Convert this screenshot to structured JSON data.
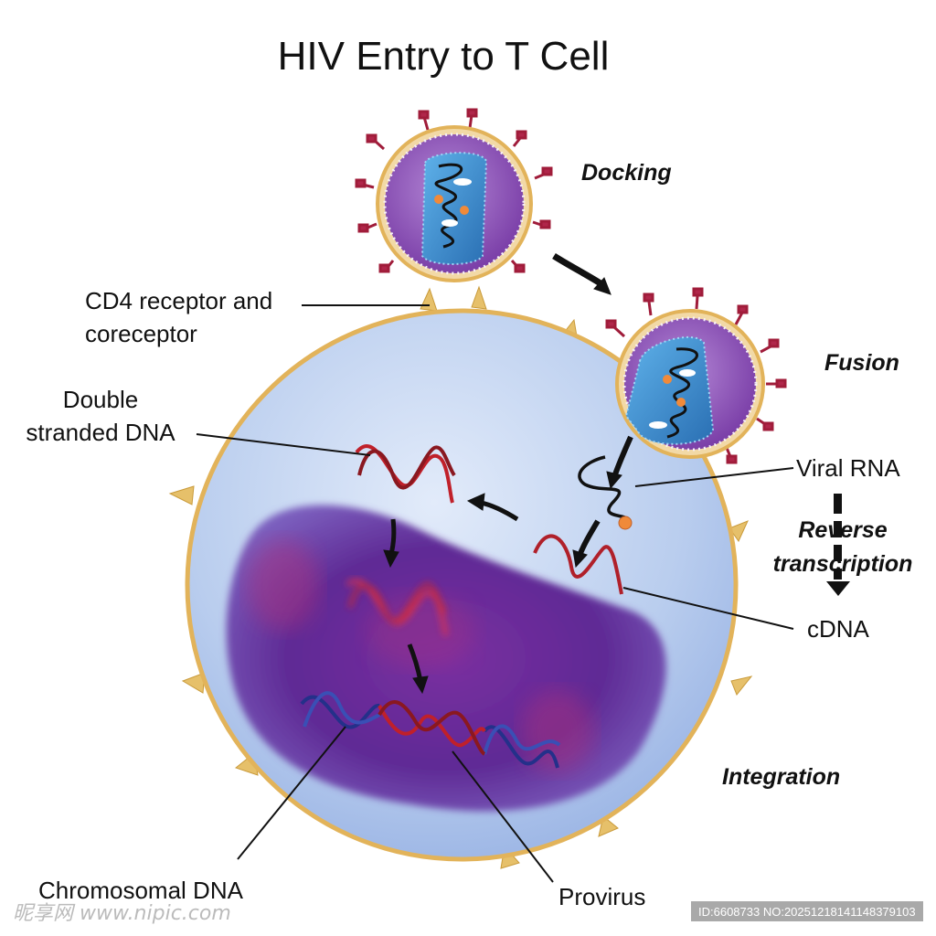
{
  "title": "HIV Entry to T Cell",
  "labels": {
    "cd4_line1": "CD4 receptor and",
    "cd4_line2": "coreceptor",
    "dsdna_line1": "Double",
    "dsdna_line2": "stranded DNA",
    "viral_rna": "Viral RNA",
    "cdna": "cDNA",
    "chromosomal_dna": "Chromosomal DNA",
    "provirus": "Provirus"
  },
  "stages": {
    "docking": "Docking",
    "fusion": "Fusion",
    "reverse_line1": "Reverse",
    "reverse_line2": "transcription",
    "integration": "Integration"
  },
  "watermark": {
    "text": "昵享网 www.nipic.com",
    "id": "ID:6608733 NO:20251218141148379103"
  },
  "colors": {
    "cell_fill": "#c9d9f2",
    "cell_membrane": "#e2b35a",
    "nucleus": "#6a2a9a",
    "virus_envelope": "#8a4fb5",
    "capsid": "#3a86c8",
    "rna_strand": "#1a1a1a",
    "dna_red": "#c0202a",
    "dna_blue": "#24308a",
    "spike": "#a01c3a"
  }
}
